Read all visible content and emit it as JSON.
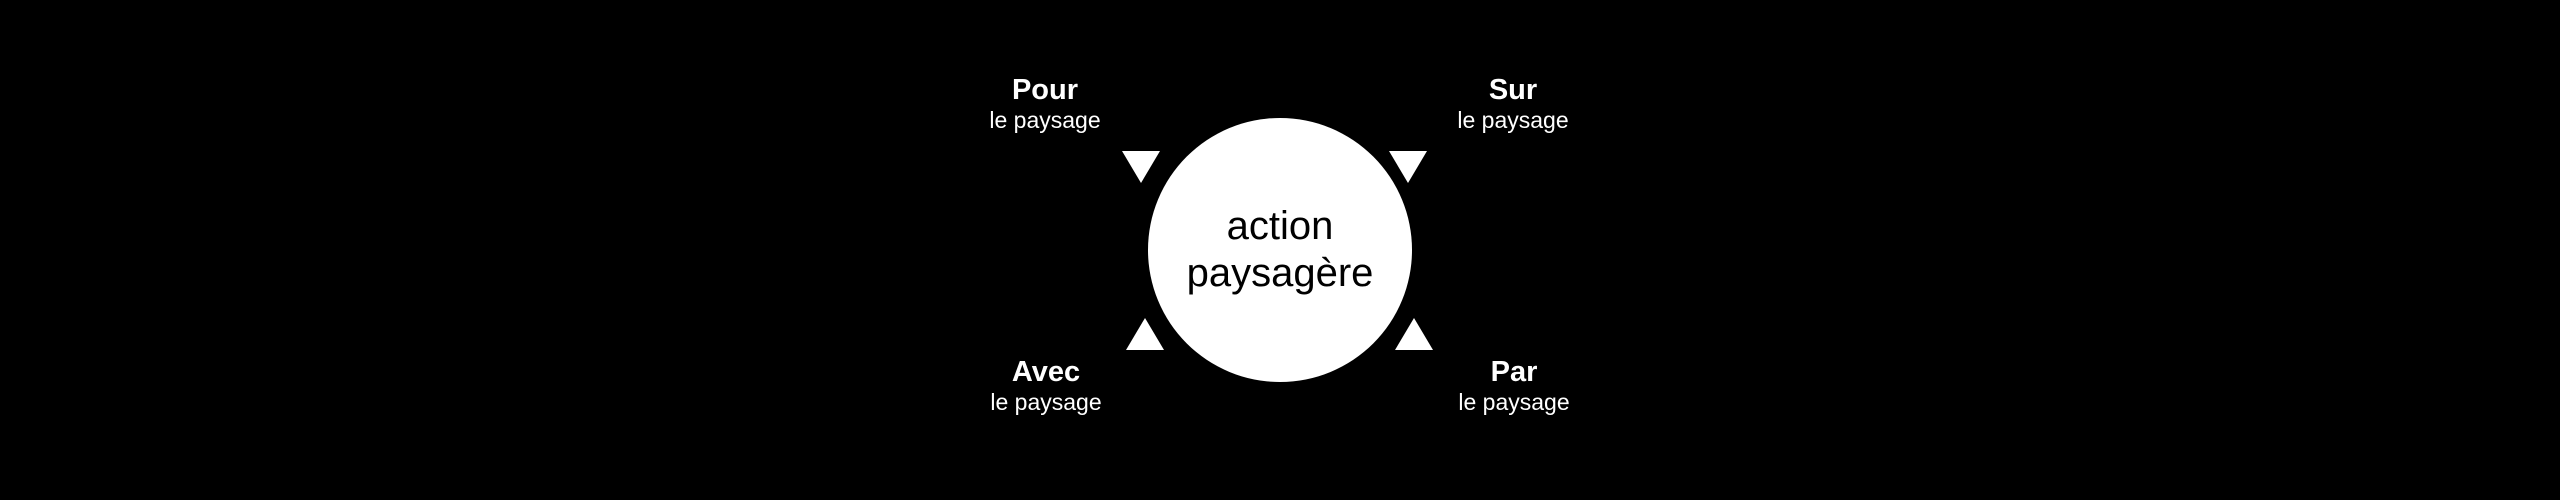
{
  "center": {
    "line1": "action",
    "line2": "paysagère"
  },
  "labels": [
    {
      "title": "Pour",
      "subtitle": "le paysage"
    },
    {
      "title": "Sur",
      "subtitle": "le paysage"
    },
    {
      "title": "Avec",
      "subtitle": "le paysage"
    },
    {
      "title": "Par",
      "subtitle": "le paysage"
    }
  ],
  "colors": {
    "background": "#000000",
    "foreground": "#ffffff"
  }
}
